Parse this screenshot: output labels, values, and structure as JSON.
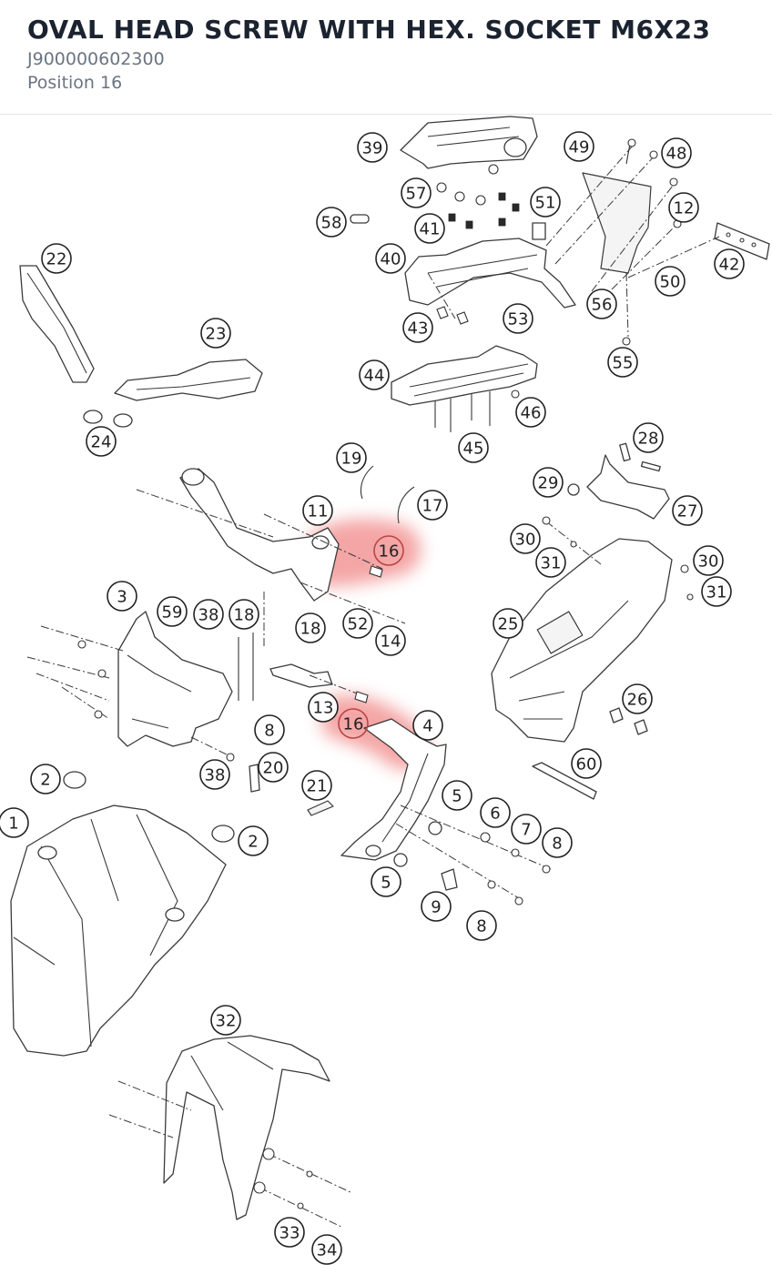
{
  "header": {
    "title": "OVAL HEAD SCREW WITH HEX. SOCKET M6X23",
    "part_number": "J900000602300",
    "position": "Position 16"
  },
  "diagram": {
    "highlight_color": "#f08080",
    "callouts": [
      "39",
      "49",
      "48",
      "57",
      "51",
      "58",
      "41",
      "12",
      "22",
      "40",
      "42",
      "56",
      "50",
      "43",
      "53",
      "23",
      "55",
      "44",
      "46",
      "24",
      "45",
      "28",
      "19",
      "29",
      "27",
      "17",
      "11",
      "16",
      "30",
      "31",
      "30",
      "31",
      "3",
      "59",
      "38",
      "18",
      "52",
      "18",
      "25",
      "14",
      "26",
      "13",
      "16",
      "4",
      "8",
      "60",
      "2",
      "38",
      "20",
      "21",
      "5",
      "6",
      "7",
      "8",
      "1",
      "2",
      "5",
      "9",
      "8",
      "32",
      "33",
      "34"
    ]
  }
}
